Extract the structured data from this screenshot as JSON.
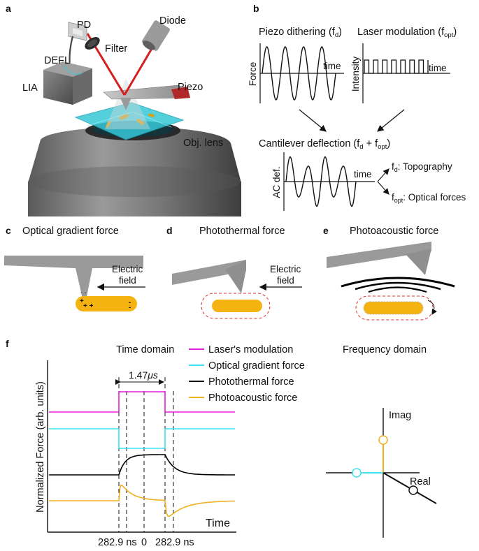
{
  "panel_labels": {
    "a": "a",
    "b": "b",
    "c": "c",
    "d": "d",
    "e": "e",
    "f": "f"
  },
  "panel_a": {
    "labels": {
      "pd": "PD",
      "diode": "Diode",
      "filter": "Filter",
      "defl": "DEFL",
      "lia": "LIA",
      "piezo": "Piezo",
      "obj_lens": "Obj. lens"
    },
    "colors": {
      "laser": "#d42020",
      "sample": "#37c8d8",
      "rod": "#d4a017"
    }
  },
  "panel_b": {
    "piezo_title": "Piezo dithering (f",
    "piezo_title_sub": "d",
    "piezo_title_end": ")",
    "laser_title": "Laser modulation (f",
    "laser_title_sub": "opt",
    "laser_title_end": ")",
    "force_axis": "Force",
    "intensity_axis": "Intensity",
    "time_label": "time",
    "combined_title": "Cantilever deflection (f",
    "combined_sub1": "d",
    "combined_plus": " + f",
    "combined_sub2": "opt",
    "combined_end": ")",
    "acdef_axis": "AC def.",
    "out1_f": "f",
    "out1_sub": "d",
    "out1_text": ": Topography",
    "out2_f": "f",
    "out2_sub": "opt",
    "out2_text": ": Optical forces"
  },
  "panel_c": {
    "title": "Optical gradient force",
    "field": "Electric",
    "field2": "field"
  },
  "panel_d": {
    "title": "Photothermal force",
    "field": "Electric",
    "field2": "field"
  },
  "panel_e": {
    "title": "Photoacoustic force"
  },
  "panel_f": {
    "time_domain": "Time domain",
    "frequency_domain": "Frequency domain",
    "ylabel": "Normalized Force (arb. units)",
    "xlabel": "Time",
    "pulse_width": "1.47",
    "pulse_unit": "μs",
    "tick_left": "282.9 ns",
    "tick_zero": "0",
    "tick_right": "282.9 ns",
    "legend": [
      {
        "name": "Laser's modulation",
        "color": "#e020d8"
      },
      {
        "name": "Optical gradient force",
        "color": "#3ee0f0"
      },
      {
        "name": "Photothermal force",
        "color": "#000000"
      },
      {
        "name": "Photoacoustic force",
        "color": "#f0b020"
      }
    ],
    "imag_label": "Imag",
    "real_label": "Real"
  }
}
